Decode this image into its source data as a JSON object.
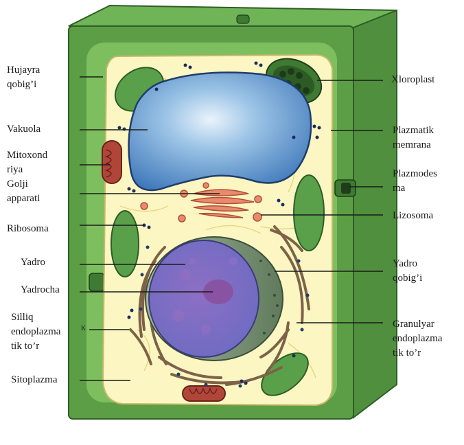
{
  "diagram": {
    "left_labels": [
      {
        "name": "label-hujayra-qobigi",
        "lines": [
          "Hujayra",
          "qobig’i"
        ]
      },
      {
        "name": "label-vakuola",
        "lines": [
          "Vakuola"
        ]
      },
      {
        "name": "label-mitoxondriya",
        "lines": [
          "Mitoxond",
          "riya"
        ]
      },
      {
        "name": "label-golji-apparati",
        "lines": [
          "Golji",
          "apparati"
        ]
      },
      {
        "name": "label-ribosoma",
        "lines": [
          "Ribosoma"
        ]
      },
      {
        "name": "label-yadro",
        "lines": [
          "Yadro"
        ]
      },
      {
        "name": "label-yadrocha",
        "lines": [
          "Yadrocha"
        ]
      },
      {
        "name": "label-silliq-endoplazma",
        "lines": [
          "Silliq",
          "endoplazma",
          "tik to’r"
        ]
      },
      {
        "name": "label-sitoplazma",
        "lines": [
          "Sitoplazma"
        ]
      }
    ],
    "right_labels": [
      {
        "name": "label-xloroplast",
        "lines": [
          "Xloroplast"
        ]
      },
      {
        "name": "label-plazmatik-membrana",
        "lines": [
          "Plazmatik",
          "memrana"
        ]
      },
      {
        "name": "label-plazmodesma",
        "lines": [
          "Plazmodes",
          "ma"
        ]
      },
      {
        "name": "label-lizosoma",
        "lines": [
          "Lizosoma"
        ]
      },
      {
        "name": "label-yadro-qobigi",
        "lines": [
          "Yadro",
          "qobig’i"
        ]
      },
      {
        "name": "label-granulyar-endoplazma",
        "lines": [
          "Granulyar",
          "endoplazma",
          "tik to’r"
        ]
      }
    ],
    "stray_mark": "K",
    "colors": {
      "cell_wall": "#5c9e45",
      "cell_wall_dark": "#3f7a33",
      "cytoplasm": "#fbf6c2",
      "vacuole": "#4b86c6",
      "nucleus": "#7b74c6",
      "chloroplast": "#5aa04a",
      "er": "#7d6248",
      "golgi": "#e88a6c",
      "mitochondrion": "#b0463a"
    }
  }
}
